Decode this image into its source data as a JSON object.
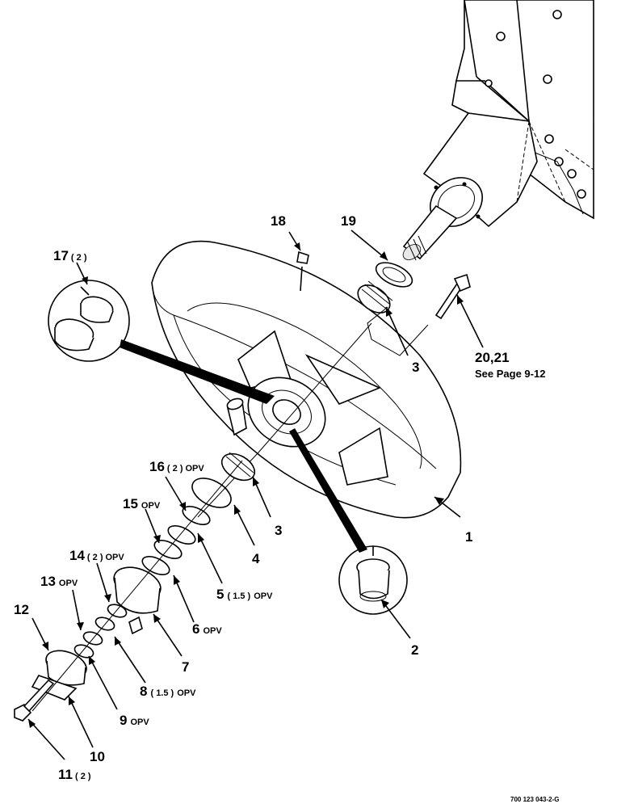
{
  "callouts": [
    {
      "id": "c1",
      "num": "1",
      "qty": "",
      "note": ""
    },
    {
      "id": "c2",
      "num": "2",
      "qty": "",
      "note": ""
    },
    {
      "id": "c3a",
      "num": "3",
      "qty": "",
      "note": ""
    },
    {
      "id": "c3b",
      "num": "3",
      "qty": "",
      "note": ""
    },
    {
      "id": "c4",
      "num": "4",
      "qty": "",
      "note": ""
    },
    {
      "id": "c5",
      "num": "5",
      "qty": "( 1.5 )",
      "note": "OPV"
    },
    {
      "id": "c6",
      "num": "6",
      "qty": "",
      "note": "OPV"
    },
    {
      "id": "c7",
      "num": "7",
      "qty": "",
      "note": ""
    },
    {
      "id": "c8",
      "num": "8",
      "qty": "( 1.5 )",
      "note": "OPV"
    },
    {
      "id": "c9",
      "num": "9",
      "qty": "",
      "note": "OPV"
    },
    {
      "id": "c10",
      "num": "10",
      "qty": "",
      "note": ""
    },
    {
      "id": "c11",
      "num": "11",
      "qty": "( 2 )",
      "note": ""
    },
    {
      "id": "c12",
      "num": "12",
      "qty": "",
      "note": ""
    },
    {
      "id": "c13",
      "num": "13",
      "qty": "",
      "note": "OPV"
    },
    {
      "id": "c14",
      "num": "14",
      "qty": "( 2 )",
      "note": "OPV"
    },
    {
      "id": "c15",
      "num": "15",
      "qty": "",
      "note": "OPV"
    },
    {
      "id": "c16",
      "num": "16",
      "qty": "( 2 )",
      "note": "OPV"
    },
    {
      "id": "c17",
      "num": "17",
      "qty": "( 2 )",
      "note": ""
    },
    {
      "id": "c18",
      "num": "18",
      "qty": "",
      "note": ""
    },
    {
      "id": "c19",
      "num": "19",
      "qty": "",
      "note": ""
    },
    {
      "id": "c20",
      "num": "20,21",
      "qty": "",
      "note": ""
    }
  ],
  "reference_note": "See Page 9-12",
  "drawing_code": "700 123 043-2-G"
}
